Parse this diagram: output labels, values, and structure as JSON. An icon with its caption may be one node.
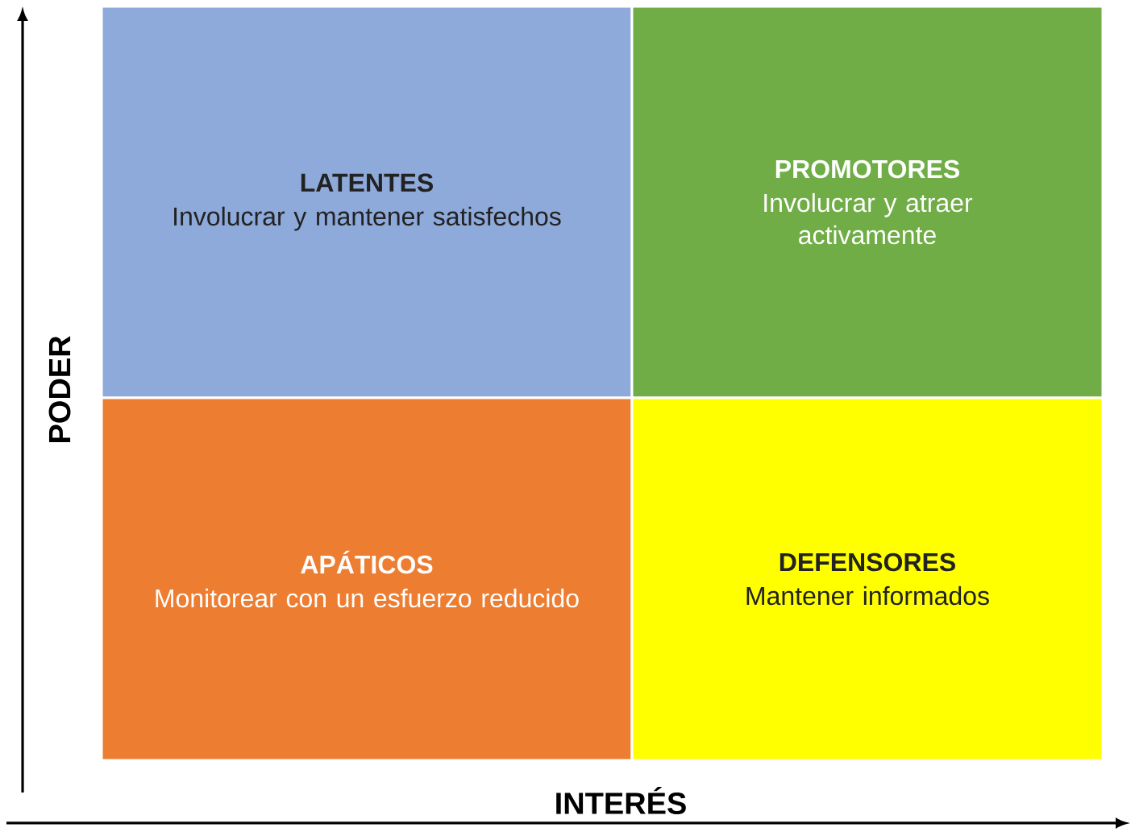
{
  "diagram": {
    "nodes": [
      {
        "text": [
          "LATENTES",
          "Involucrar y mantener satisfechos"
        ]
      },
      {
        "text": [
          "PROMOTORES",
          "Involucrar y atraer activamente"
        ]
      },
      {
        "text": [
          "APÁTICOS",
          "Monitorear con un esfuerzo reducido"
        ]
      },
      {
        "text": [
          "DEFENSORES",
          "Mantener informados"
        ]
      }
    ],
    "labels": [
      "PODER",
      "INTERÉS"
    ]
  }
}
